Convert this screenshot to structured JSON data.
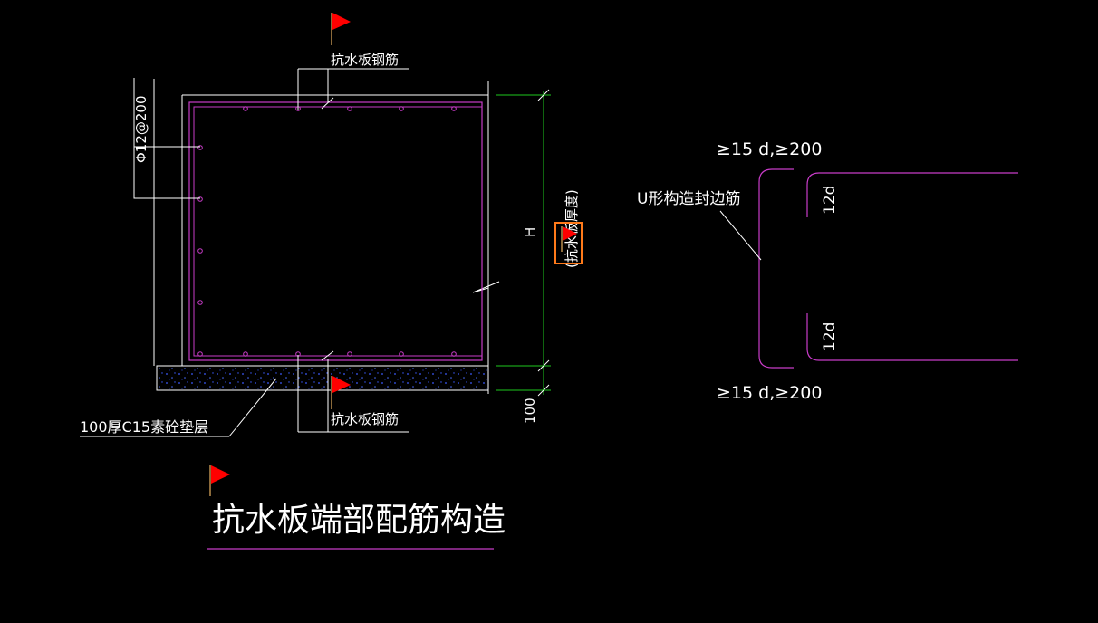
{
  "drawing": {
    "title": "抗水板端部配筋构造",
    "labels": {
      "top_rebar": "抗水板钢筋",
      "bottom_rebar": "抗水板钢筋",
      "side_rebar": "Φ12@200",
      "cushion": "100厚C15素砼垫层",
      "height_symbol": "H",
      "height_note": "(抗水板厚度)",
      "cushion_thickness": "100",
      "u_bar": "U形构造封边筋",
      "anchor_top": "≥15 d,≥200",
      "anchor_bottom": "≥15 d,≥200",
      "hook_top": "12d",
      "hook_bottom": "12d"
    },
    "colors": {
      "background": "#000000",
      "line": "#ffffff",
      "rebar": "#c83cc8",
      "dimension": "#1ec81e",
      "aggregate": "#3c5aff",
      "flag": "#ff0000",
      "selection": "#ff7a1a"
    },
    "markers": [
      "flag-icon",
      "flag-icon",
      "flag-icon",
      "flag-icon"
    ]
  }
}
